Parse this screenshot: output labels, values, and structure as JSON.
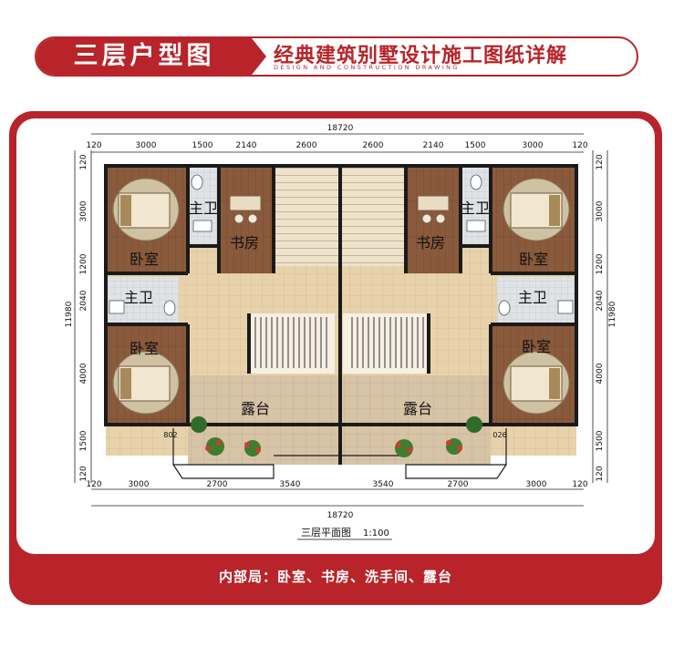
{
  "header": {
    "title": "三层户型图",
    "subtitle": "经典建筑别墅设计施工图纸详解",
    "subtitle_en": "DESIGN AND CONSTRUCTION DRAWING"
  },
  "plan": {
    "total_width": "18720",
    "total_height": "11980",
    "top_dims": [
      "120",
      "3000",
      "1500",
      "2140",
      "2600",
      "2600",
      "2140",
      "1500",
      "3000",
      "120"
    ],
    "bottom_dims": [
      "3000",
      "2700",
      "3540",
      "3540",
      "2700",
      "3000"
    ],
    "bottom_edge_dims": [
      "120",
      "120"
    ],
    "left_dims": [
      "120",
      "3000",
      "1200",
      "2040",
      "4000",
      "1500",
      "120"
    ],
    "right_dims": [
      "120",
      "3000",
      "1200",
      "2040",
      "4000",
      "1500",
      "120"
    ],
    "small_dims": [
      "802",
      "026"
    ],
    "rooms": {
      "bedroom": "卧室",
      "bathroom": "主卫",
      "study": "书房",
      "terrace": "露台"
    },
    "caption": "三层平面图",
    "scale": "1:100"
  },
  "footer": {
    "text": "内部局：卧室、书房、洗手间、露台"
  },
  "colors": {
    "brand_red": "#b8242a",
    "wood_floor": "#8a5a3c",
    "tile_floor": "#e8d2ab",
    "terrace_floor": "#d7c3a6",
    "wall": "#1a1a1a"
  }
}
